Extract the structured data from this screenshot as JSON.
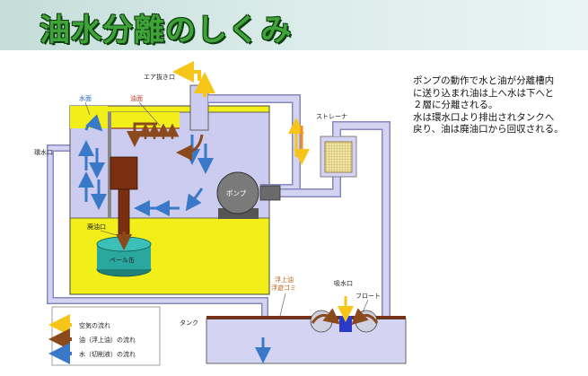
{
  "title": "油水分離のしくみ",
  "description": [
    "ポンプの動作で水と油が分離槽内",
    "に送り込まれ油は上へ水は下へと",
    "２層に分離される。",
    "水は環水口より排出されタンクへ",
    "戻り、油は廃油口から回収される。"
  ],
  "labels": {
    "air_vent": "エア抜き口",
    "water_surface": "水面",
    "oil_surface": "油面",
    "return_port": "環水口",
    "strainer": "ストレーナ",
    "pump": "ポンプ",
    "waste_oil_port": "廃油口",
    "pail_can": "ペール缶",
    "floating_oil_line1": "浮上油",
    "floating_oil_line2": "浮遊ゴミ",
    "suction_port": "吸水口",
    "float": "フロート",
    "tank": "タンク"
  },
  "legend": [
    {
      "label": "空気の流れ",
      "color": "#f5c518"
    },
    {
      "label": "油（浮上油）の流れ",
      "color": "#8b4a1c"
    },
    {
      "label": "水（切削液）の流れ",
      "color": "#3a78c8"
    }
  ],
  "colors": {
    "title_green": "#3fa33a",
    "separator_yellow": "#f2ee1a",
    "water_lavender": "#ccccf0",
    "oil_brown": "#7a3010",
    "pump_gray": "#7a7a7a",
    "pail_teal": "#2aa8a0",
    "pipe_lavender": "#c8c8ec"
  }
}
